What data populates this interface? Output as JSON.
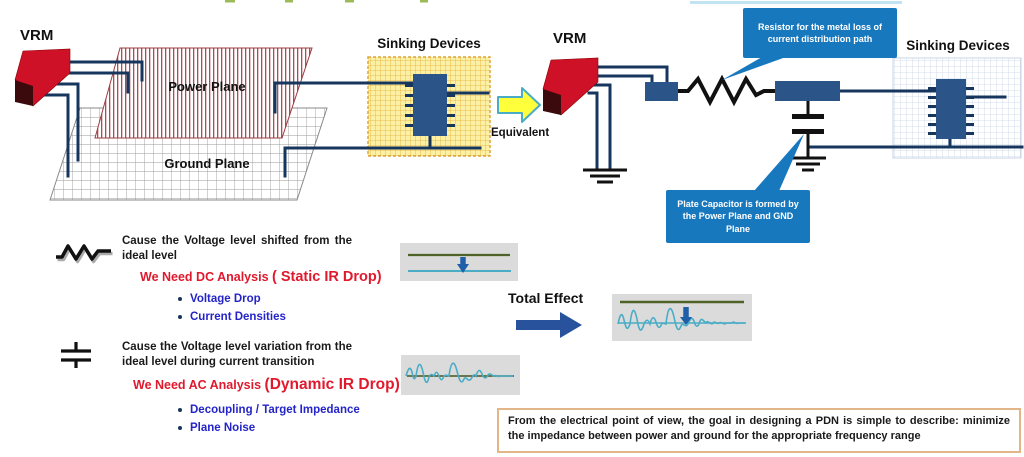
{
  "top_diagram": {
    "left": {
      "vrm_label": "VRM",
      "power_plane_label": "Power Plane",
      "ground_plane_label": "Ground Plane",
      "sinking_label": "Sinking Devices"
    },
    "equivalent_label": "Equivalent",
    "right": {
      "vrm_label": "VRM",
      "sinking_label": "Sinking Devices"
    },
    "callouts": {
      "resistor": "Resistor for the metal loss of current distribution path",
      "capacitor": "Plate Capacitor is formed by the Power Plane and GND Plane"
    }
  },
  "sections": {
    "dc": {
      "cause": "Cause the Voltage level shifted from the ideal level",
      "need_prefix": "We Need DC Analysis ",
      "need_emph": "( Static IR Drop)",
      "bullets": [
        "Voltage Drop",
        "Current Densities"
      ]
    },
    "ac": {
      "cause": "Cause the Voltage level variation from the ideal level during current transition",
      "need_prefix": "We Need AC Analysis ",
      "need_emph": "(Dynamic IR Drop)",
      "bullets": [
        "Decoupling / Target Impedance",
        "Plane Noise"
      ]
    },
    "total": {
      "label": "Total Effect"
    }
  },
  "note": {
    "text": "From the electrical point of view, the goal in designing a PDN is simple to describe: minimize the impedance between power and ground for the appropriate frequency range"
  },
  "colors": {
    "wire_navy": "#17365D",
    "component_blue": "#2B5488",
    "callout_blue": "#1878BE",
    "vrm_red": "#CE1126",
    "accent_red_text": "#E0192D",
    "bullet_blue_text": "#2424C8",
    "waveform_cyan": "#4BACC6",
    "ideal_line_olive": "#4F6228",
    "arrow_blue": "#1F5FA8",
    "note_border_tan": "#E2B689",
    "sink_yellow": "#FBF0A3"
  }
}
